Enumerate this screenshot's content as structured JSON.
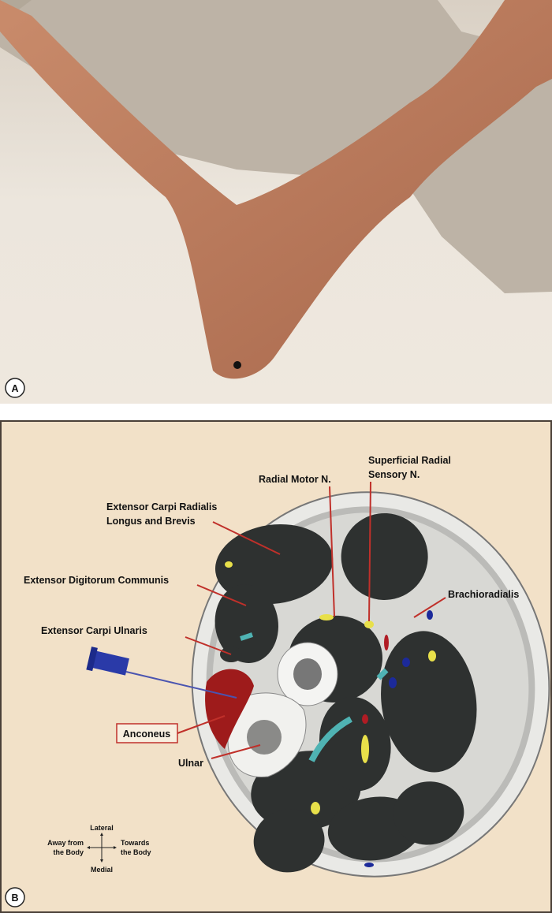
{
  "panel_a": {
    "label": "A"
  },
  "panel_b": {
    "label": "B",
    "labels": {
      "radial_motor": "Radial Motor N.",
      "superficial_radial_1": "Superficial Radial",
      "superficial_radial_2": "Sensory N.",
      "ecrl_1": "Extensor Carpi Radialis",
      "ecrl_2": "Longus and Brevis",
      "edc": "Extensor Digitorum Communis",
      "brachioradialis": "Brachioradialis",
      "ecu": "Extensor Carpi Ulnaris",
      "anconeus": "Anconeus",
      "ulnar": "Ulnar"
    },
    "compass": {
      "top": "Lateral",
      "bottom": "Medial",
      "left_1": "Away from",
      "left_2": "the Body",
      "right_1": "Towards",
      "right_2": "the Body"
    }
  },
  "colors": {
    "panel_bg": "#f2e1c8",
    "muscle": "#2e3130",
    "target": "#9e1b1b",
    "pointer": "#c0302a",
    "nerve": "#e8e04a",
    "vessel": "#1c2a9a",
    "artery": "#b01c24",
    "teal": "#4fb3b3"
  }
}
